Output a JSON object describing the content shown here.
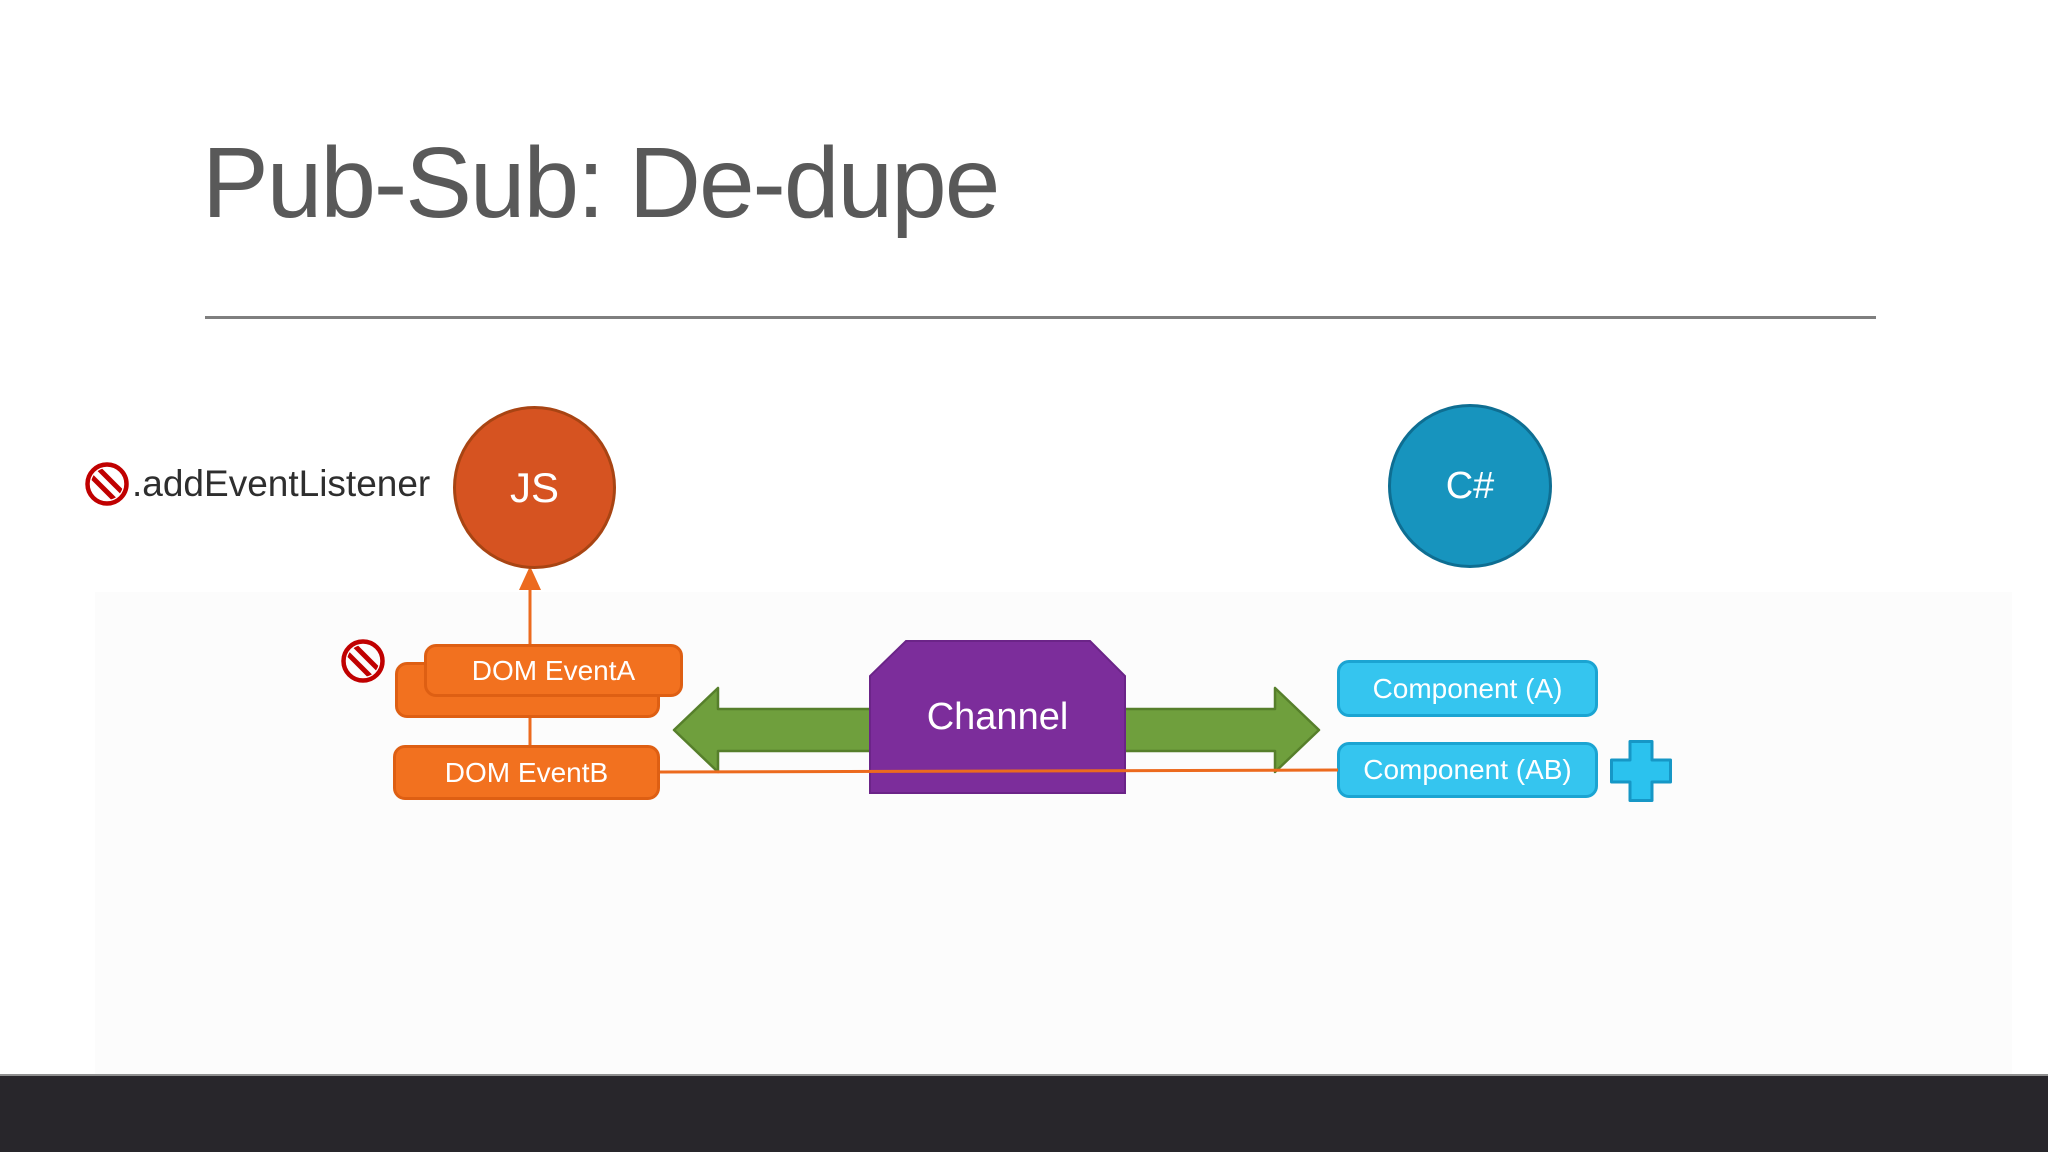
{
  "slide": {
    "title": "Pub-Sub: De-dupe"
  },
  "annotation": {
    "text": ".addEventListener"
  },
  "nodes": {
    "js": "JS",
    "csharp": "C#",
    "channel": "Channel",
    "dom_event_a": "DOM EventA",
    "dom_event_b": "DOM EventB",
    "component_a": "Component (A)",
    "component_ab": "Component (AB)"
  },
  "icons": {
    "prohibited": "no-symbol",
    "plus": "plus-sign",
    "arrow_left": "green-arrow-left",
    "arrow_right": "green-arrow-right"
  },
  "colors": {
    "title_gray": "#595959",
    "divider_gray": "#7f7f7f",
    "orange_box": "#F2711F",
    "orange_circle": "#D65321",
    "orange_line": "#EC6A1E",
    "purple_channel": "#7C2D9B",
    "green_arrow": "#6F9F3D",
    "cyan_box": "#35C5EF",
    "teal_circle": "#1794BE",
    "prohibited_red": "#C00000",
    "footer_bar": "#28262B"
  }
}
